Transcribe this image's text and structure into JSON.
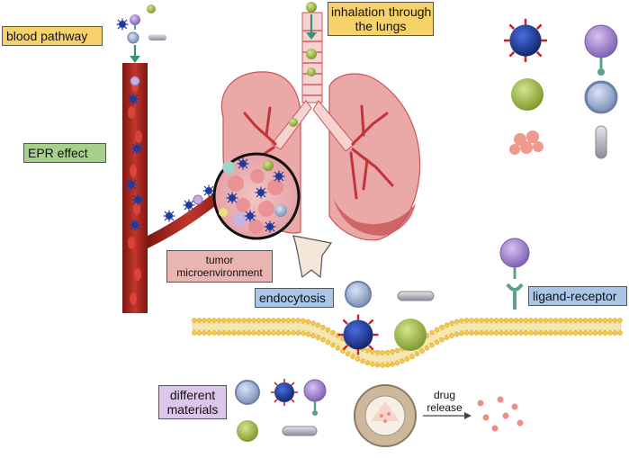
{
  "labels": {
    "blood_pathway": "blood pathway",
    "inhalation_line1": "inhalation through",
    "inhalation_line2": "the lungs",
    "epr_effect": "EPR effect",
    "tumor_line1": "tumor",
    "tumor_line2": "microenvironment",
    "endocytosis": "endocytosis",
    "ligand_receptor": "ligand-receptor",
    "different_line1": "different",
    "different_line2": "materials",
    "drug_line1": "drug",
    "drug_line2": "release"
  },
  "colors": {
    "vessel": "#b22a22",
    "lung": "#e9a8a4",
    "lung_dark": "#c9545a",
    "membrane_head": "#f2c84b",
    "nanoparticle_blue": "#1e3a9a",
    "nanoparticle_green": "#a9c34f",
    "nanoparticle_purple": "#a88bd0"
  },
  "icons": [
    "blue-spiky-nanoparticle-icon",
    "purple-ligand-nanoparticle-icon",
    "green-nanoparticle-icon",
    "liposome-icon",
    "cell-cluster-icon",
    "nanotube-icon"
  ]
}
